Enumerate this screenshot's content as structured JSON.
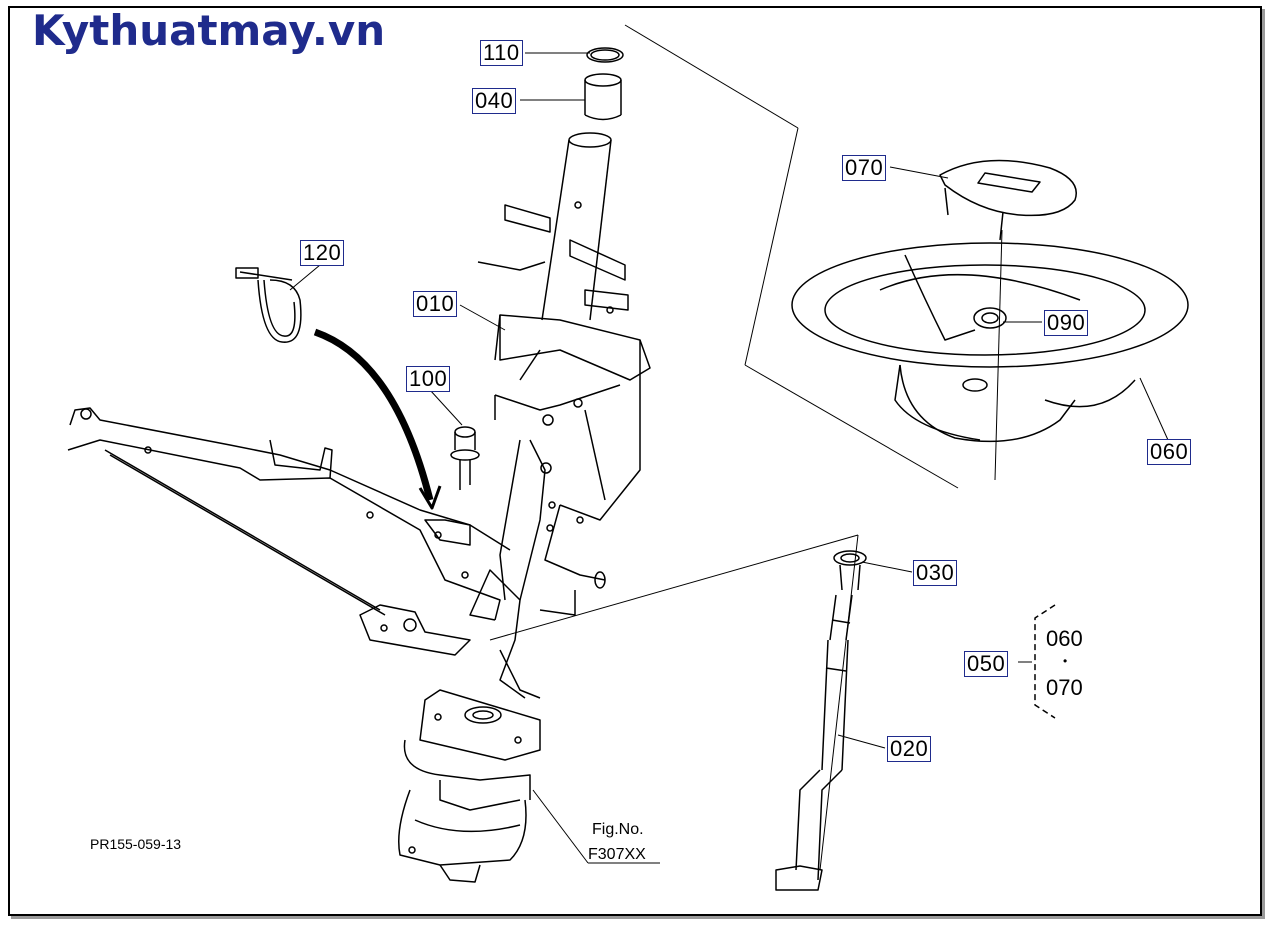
{
  "brand": {
    "title": "Kythuatmay.vn",
    "color": "#1f2b8c"
  },
  "callouts": {
    "p110": "110",
    "p040": "040",
    "p070": "070",
    "p120": "120",
    "p010": "010",
    "p090": "090",
    "p100": "100",
    "p060": "060",
    "p030": "030",
    "p050": "050",
    "p020": "020"
  },
  "group": {
    "first": "060",
    "dot": "•",
    "second": "070"
  },
  "figure": {
    "ref_code": "PR155-059-13",
    "fig_label": "Fig.No.",
    "fig_code": "F307XX"
  }
}
